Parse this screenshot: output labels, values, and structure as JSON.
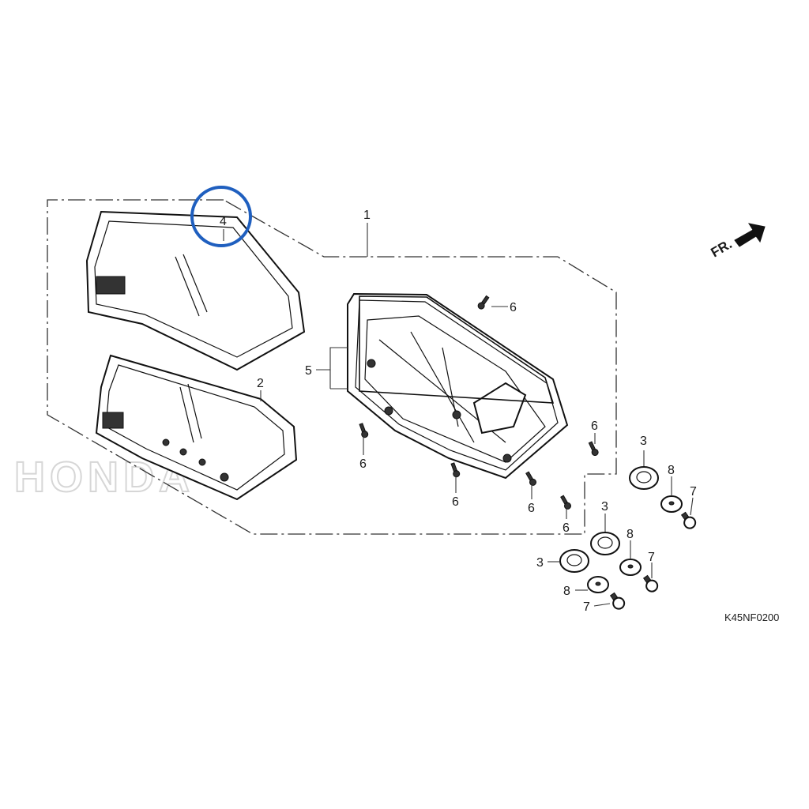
{
  "diagram": {
    "callouts": {
      "c1": "1",
      "c2": "2",
      "c3a": "3",
      "c3b": "3",
      "c3c": "3",
      "c4": "4",
      "c5": "5",
      "c6a": "6",
      "c6b": "6",
      "c6c": "6",
      "c6d": "6",
      "c6e": "6",
      "c6f": "6",
      "c7a": "7",
      "c7b": "7",
      "c7c": "7",
      "c8a": "8",
      "c8b": "8",
      "c8c": "8"
    },
    "front_indicator": "FR.",
    "diagram_code": "K45NF0200",
    "watermark": "HONDA",
    "highlight_color": "#1f5fbf"
  }
}
